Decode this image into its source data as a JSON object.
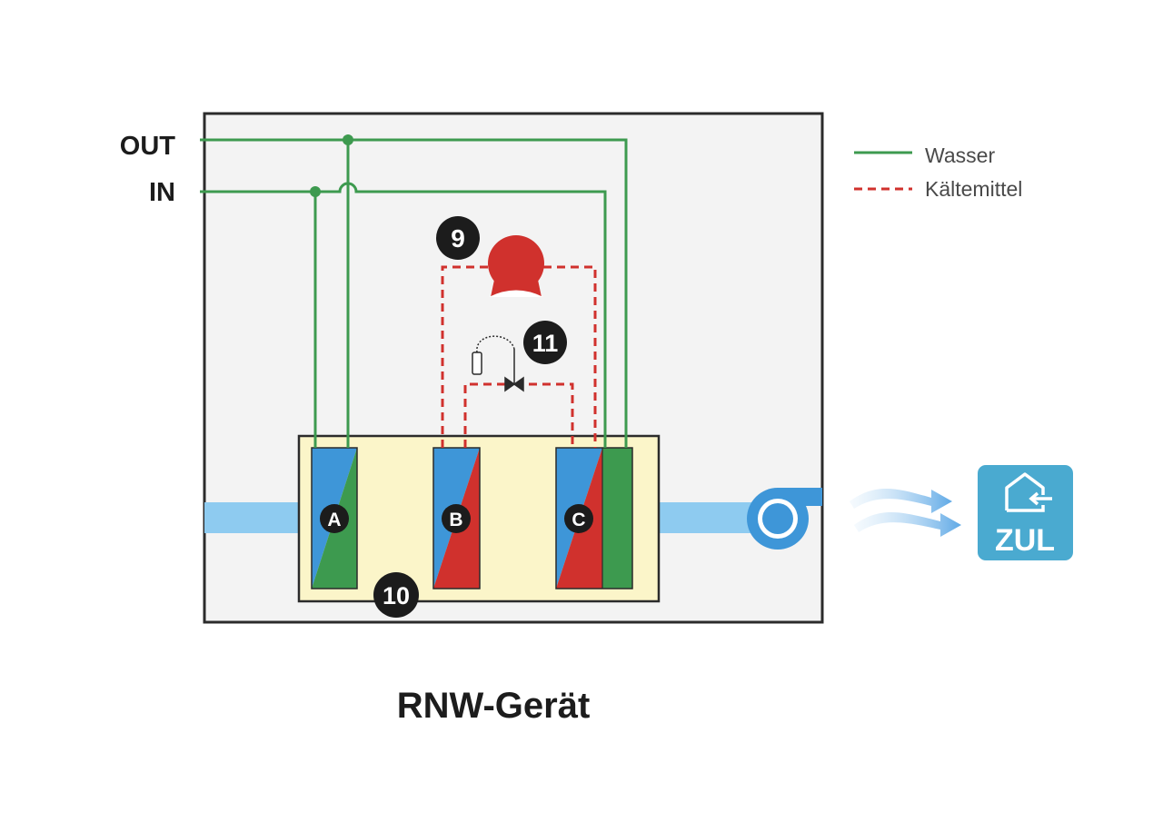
{
  "ports": {
    "out": "OUT",
    "in": "IN"
  },
  "legend": {
    "water": "Wasser",
    "refrigerant": "Kältemittel"
  },
  "markers": {
    "compressor": "9",
    "exchanger_box": "10",
    "expansion_valve": "11"
  },
  "exchangers": {
    "a": "A",
    "b": "B",
    "c": "C"
  },
  "outlet": {
    "label": "ZUL"
  },
  "caption": "RNW-Gerät",
  "colors": {
    "water": "#3d9a4f",
    "refrigerant": "#d0312d",
    "cold": "#3e96d8",
    "duct": "#8ecbf0",
    "box_fill": "#fbf5c9",
    "unit_fill": "#f3f3f3",
    "zul_badge": "#4aaad0"
  }
}
